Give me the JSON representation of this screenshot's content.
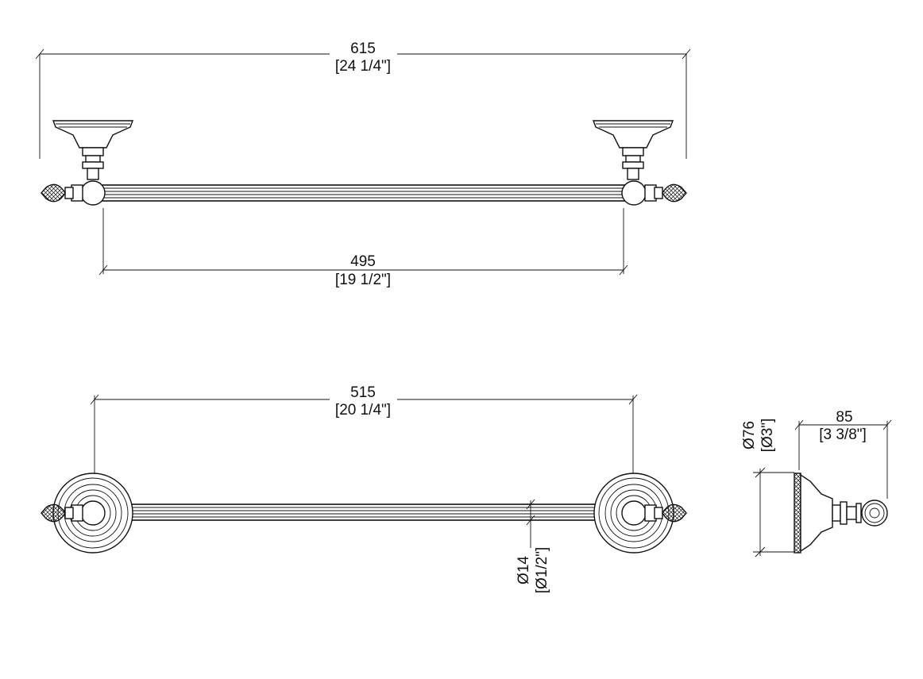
{
  "dimensions": {
    "overall_length": {
      "mm": "615",
      "inch": "[24 1/4\"]"
    },
    "bar_length": {
      "mm": "495",
      "inch": "[19 1/2\"]"
    },
    "center_to_center": {
      "mm": "515",
      "inch": "[20 1/4\"]"
    },
    "rod_diameter": {
      "mm": "Ø14",
      "inch": "[Ø1/2\"]"
    },
    "flange_diameter": {
      "mm": "Ø76",
      "inch": "[Ø3\"]"
    },
    "projection": {
      "mm": "85",
      "inch": "[3 3/8\"]"
    }
  }
}
